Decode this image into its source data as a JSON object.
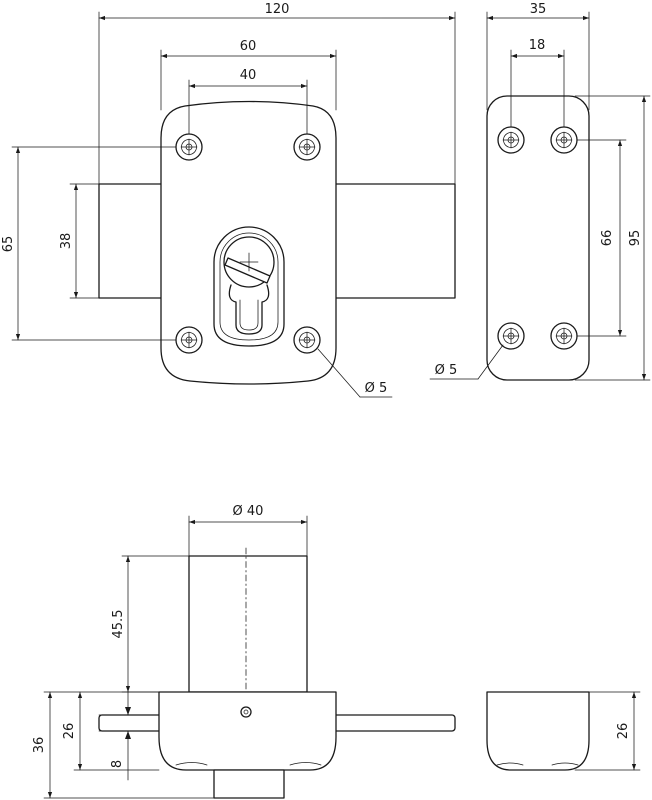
{
  "dimensions": {
    "front_width_overall": "120",
    "front_plate_width": "60",
    "front_hole_spacing_h": "40",
    "front_height_holes": "65",
    "front_bolt_height": "38",
    "front_hole_diameter": "Ø 5",
    "side_width": "35",
    "side_hole_spacing_h": "18",
    "side_hole_spacing_v": "66",
    "side_height": "95",
    "side_hole_diameter": "Ø 5",
    "bottom_cylinder_diameter": "Ø 40",
    "bottom_cylinder_height": "45.5",
    "bottom_total_height": "36",
    "bottom_body_height": "26",
    "bottom_bolt_height": "8",
    "bottom_keeper_height": "26"
  }
}
